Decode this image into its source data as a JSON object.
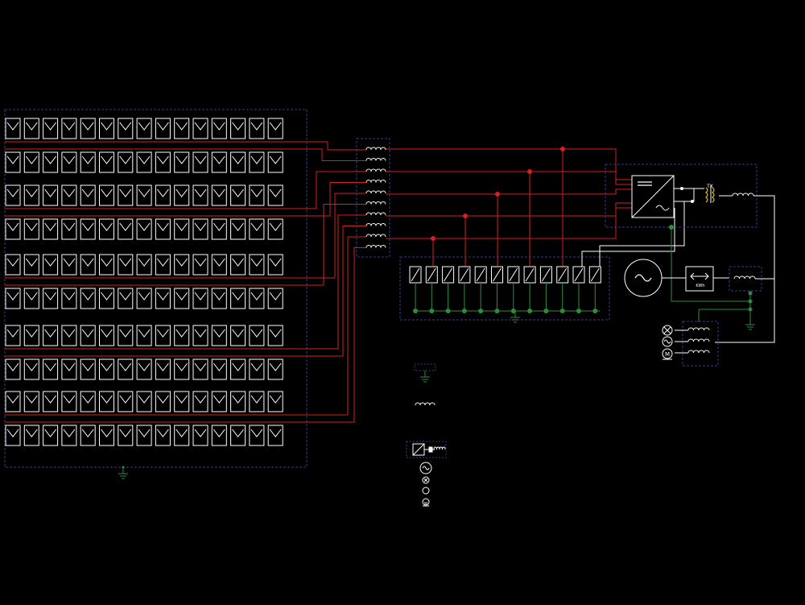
{
  "diagram": {
    "type": "photovoltaic single-line electrical schematic",
    "background": "#000000",
    "colors": {
      "panel": "#ffffff",
      "dc_wire": "#d42020",
      "ground": "#2e8b3e",
      "enclosure": "#3a3a8a",
      "ac_wire": "#ffffff"
    },
    "pv_array": {
      "rows": 10,
      "modules_per_row": 15,
      "string_count": 10
    },
    "combiner": {
      "fuse_count": 10
    },
    "surge_protection": {
      "device_count": 12
    },
    "inverter": {
      "label": ""
    },
    "transformer": {
      "label": "TX"
    },
    "meter": {
      "label": "KWh"
    },
    "loads": {
      "motor_label": "M"
    },
    "legend": {
      "motor_label": "M"
    }
  }
}
